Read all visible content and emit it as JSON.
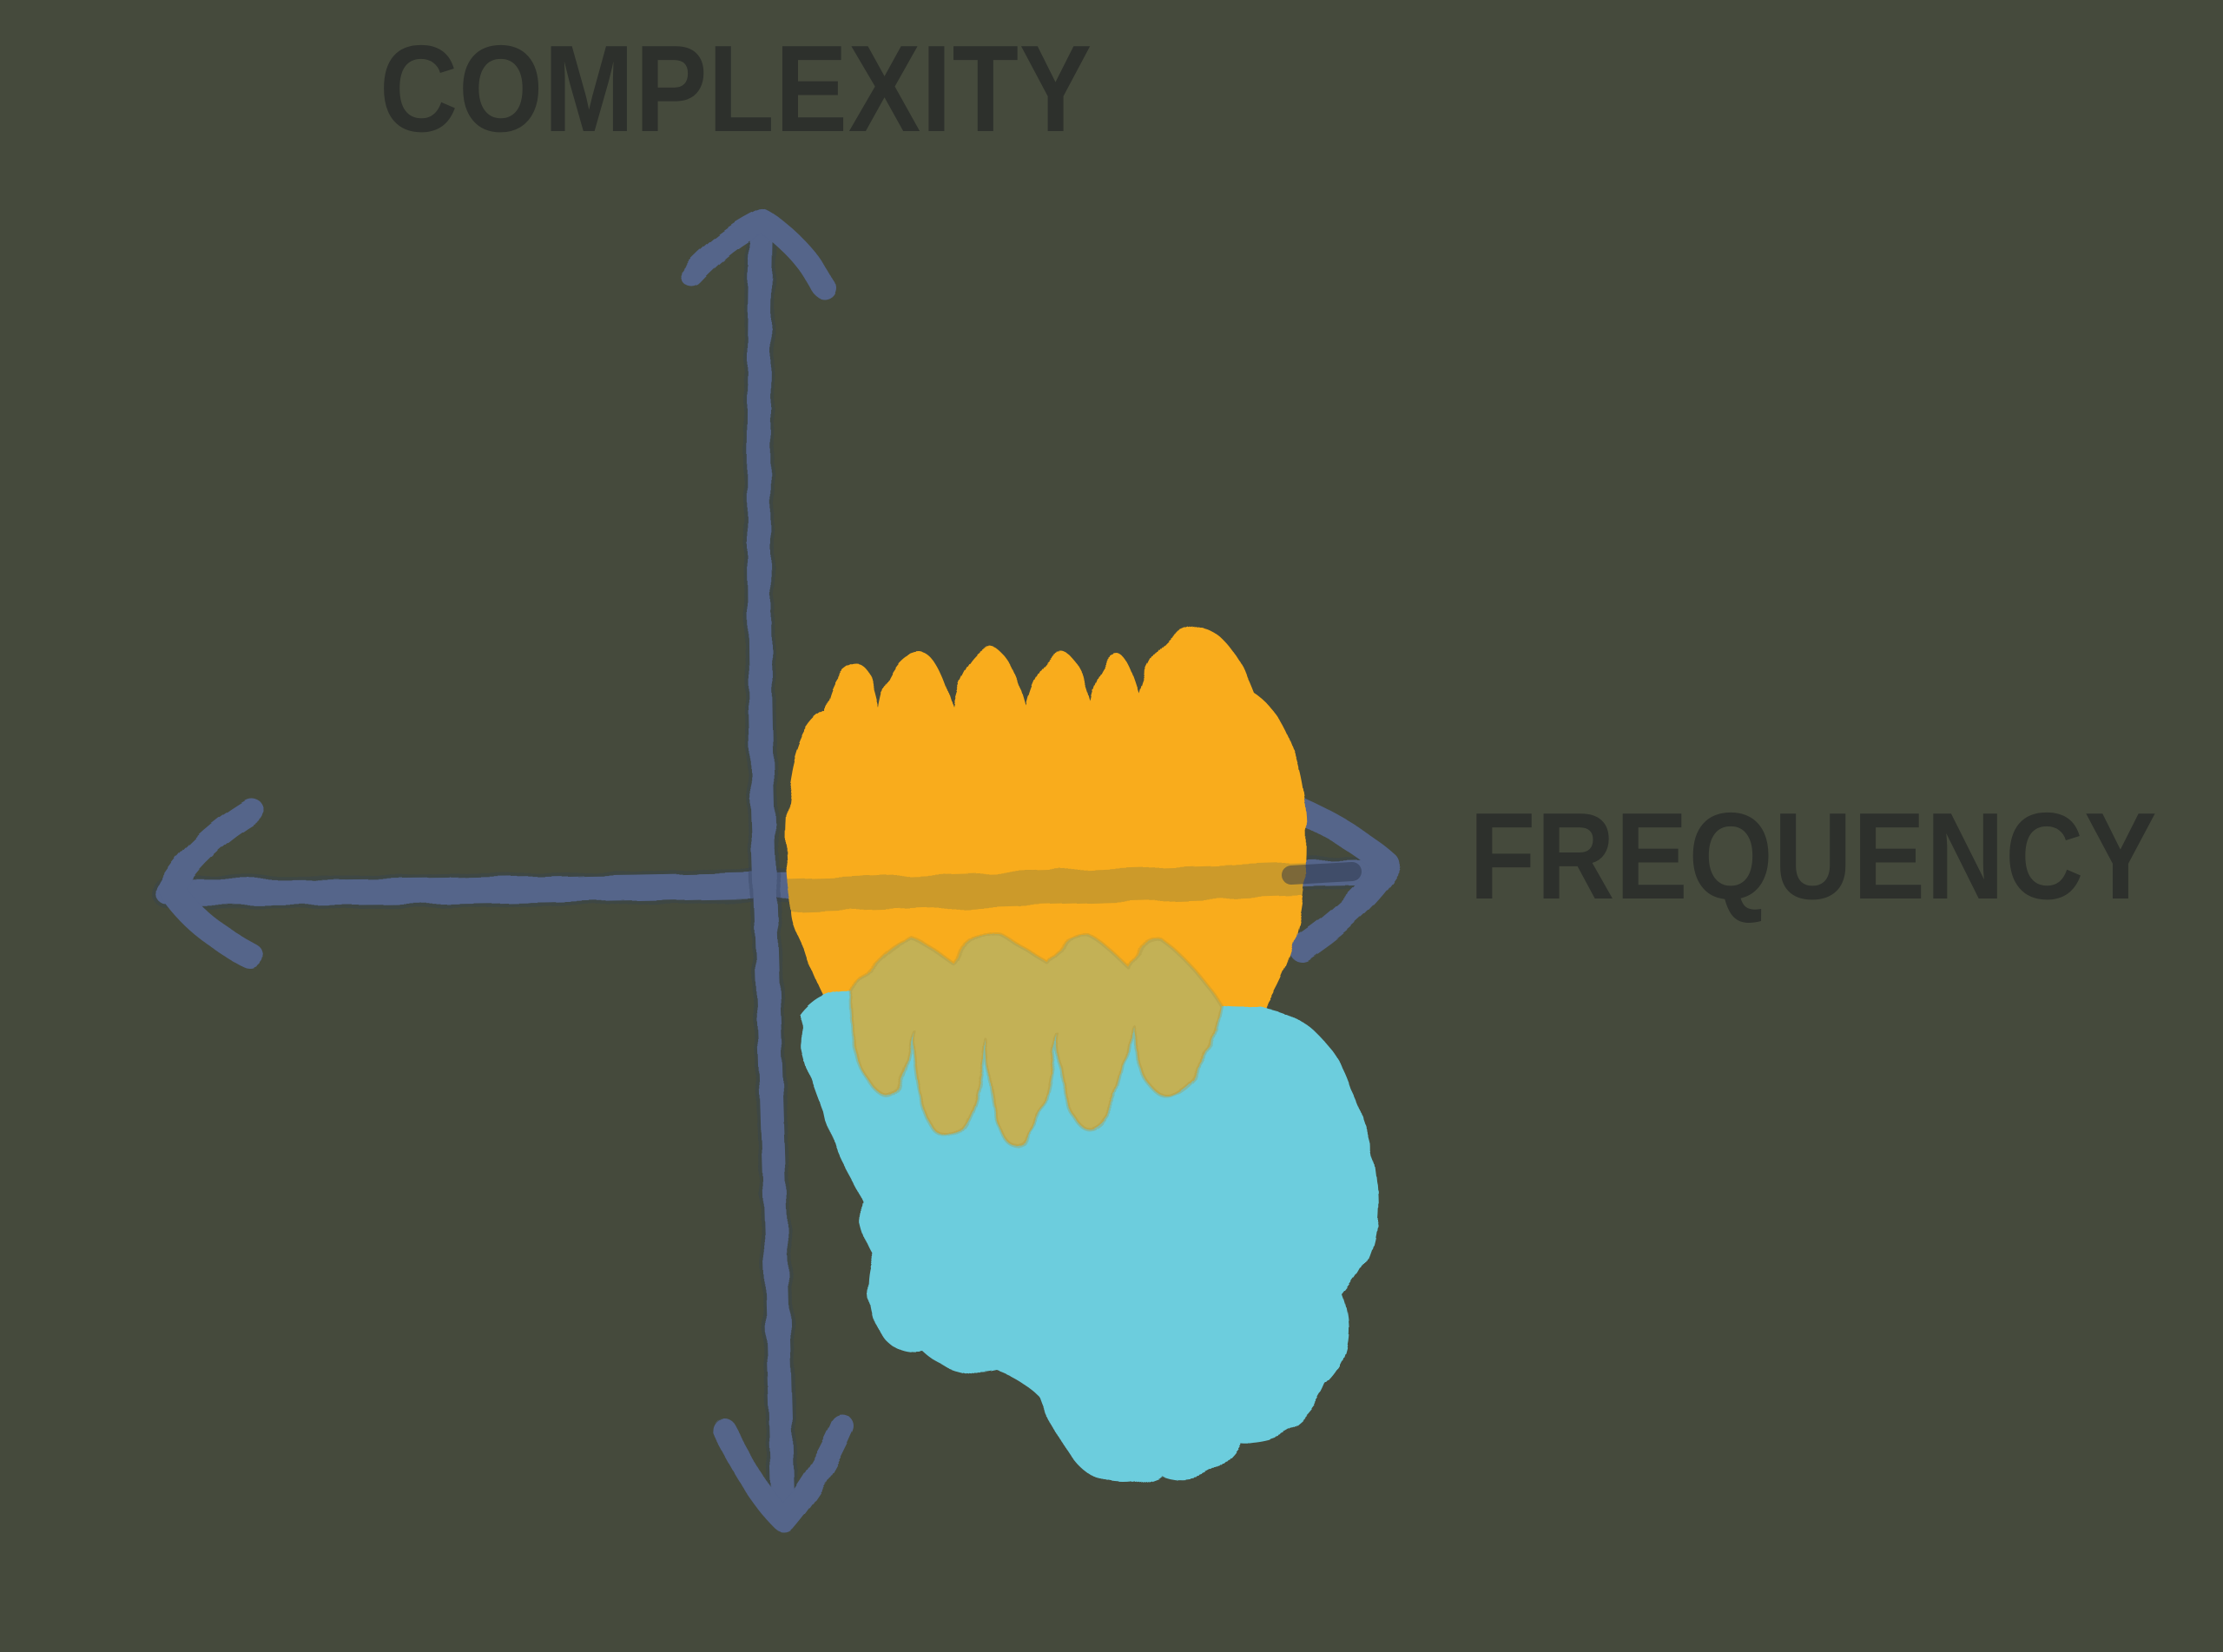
{
  "figure": {
    "type": "hand-drawn axis sketch with two overlapping marker regions",
    "vertical_axis": {
      "label": "COMPLEXITY",
      "arrows": "both ends (up and down)"
    },
    "horizontal_axis": {
      "label": "FREQUENCY",
      "arrows": "both ends (left and right)"
    },
    "colors": {
      "background": "#454a3c",
      "axis": "#54658a",
      "axis_shadow": "#323e57",
      "axis_through_blob": "#c8982b",
      "axis_dark_segment": "#2b3547",
      "label_text": "#2d302c",
      "orange_region": "#f9ac1b",
      "cyan_region": "#6ccddd",
      "overlap_region": "#c3b156",
      "overlap_rim": "#ab9440"
    },
    "regions": [
      {
        "name": "orange-region",
        "color": "#f9ac1b",
        "position": "right of vertical axis, straddling the horizontal axis",
        "frequency": "high",
        "complexity": "low-to-mid",
        "shape": "scallop-topped marker blob with finger strokes hanging down"
      },
      {
        "name": "cyan-region",
        "color": "#6ccddd",
        "position": "lower-right quadrant below the horizontal axis",
        "frequency": "high",
        "complexity": "low",
        "shape": "lumpy cloud blob"
      },
      {
        "name": "overlap-region",
        "color": "#c3b156",
        "position": "where the orange finger strokes cross the top of the cyan cloud",
        "shape": "olive translucent-marker overlap fingers"
      }
    ]
  }
}
